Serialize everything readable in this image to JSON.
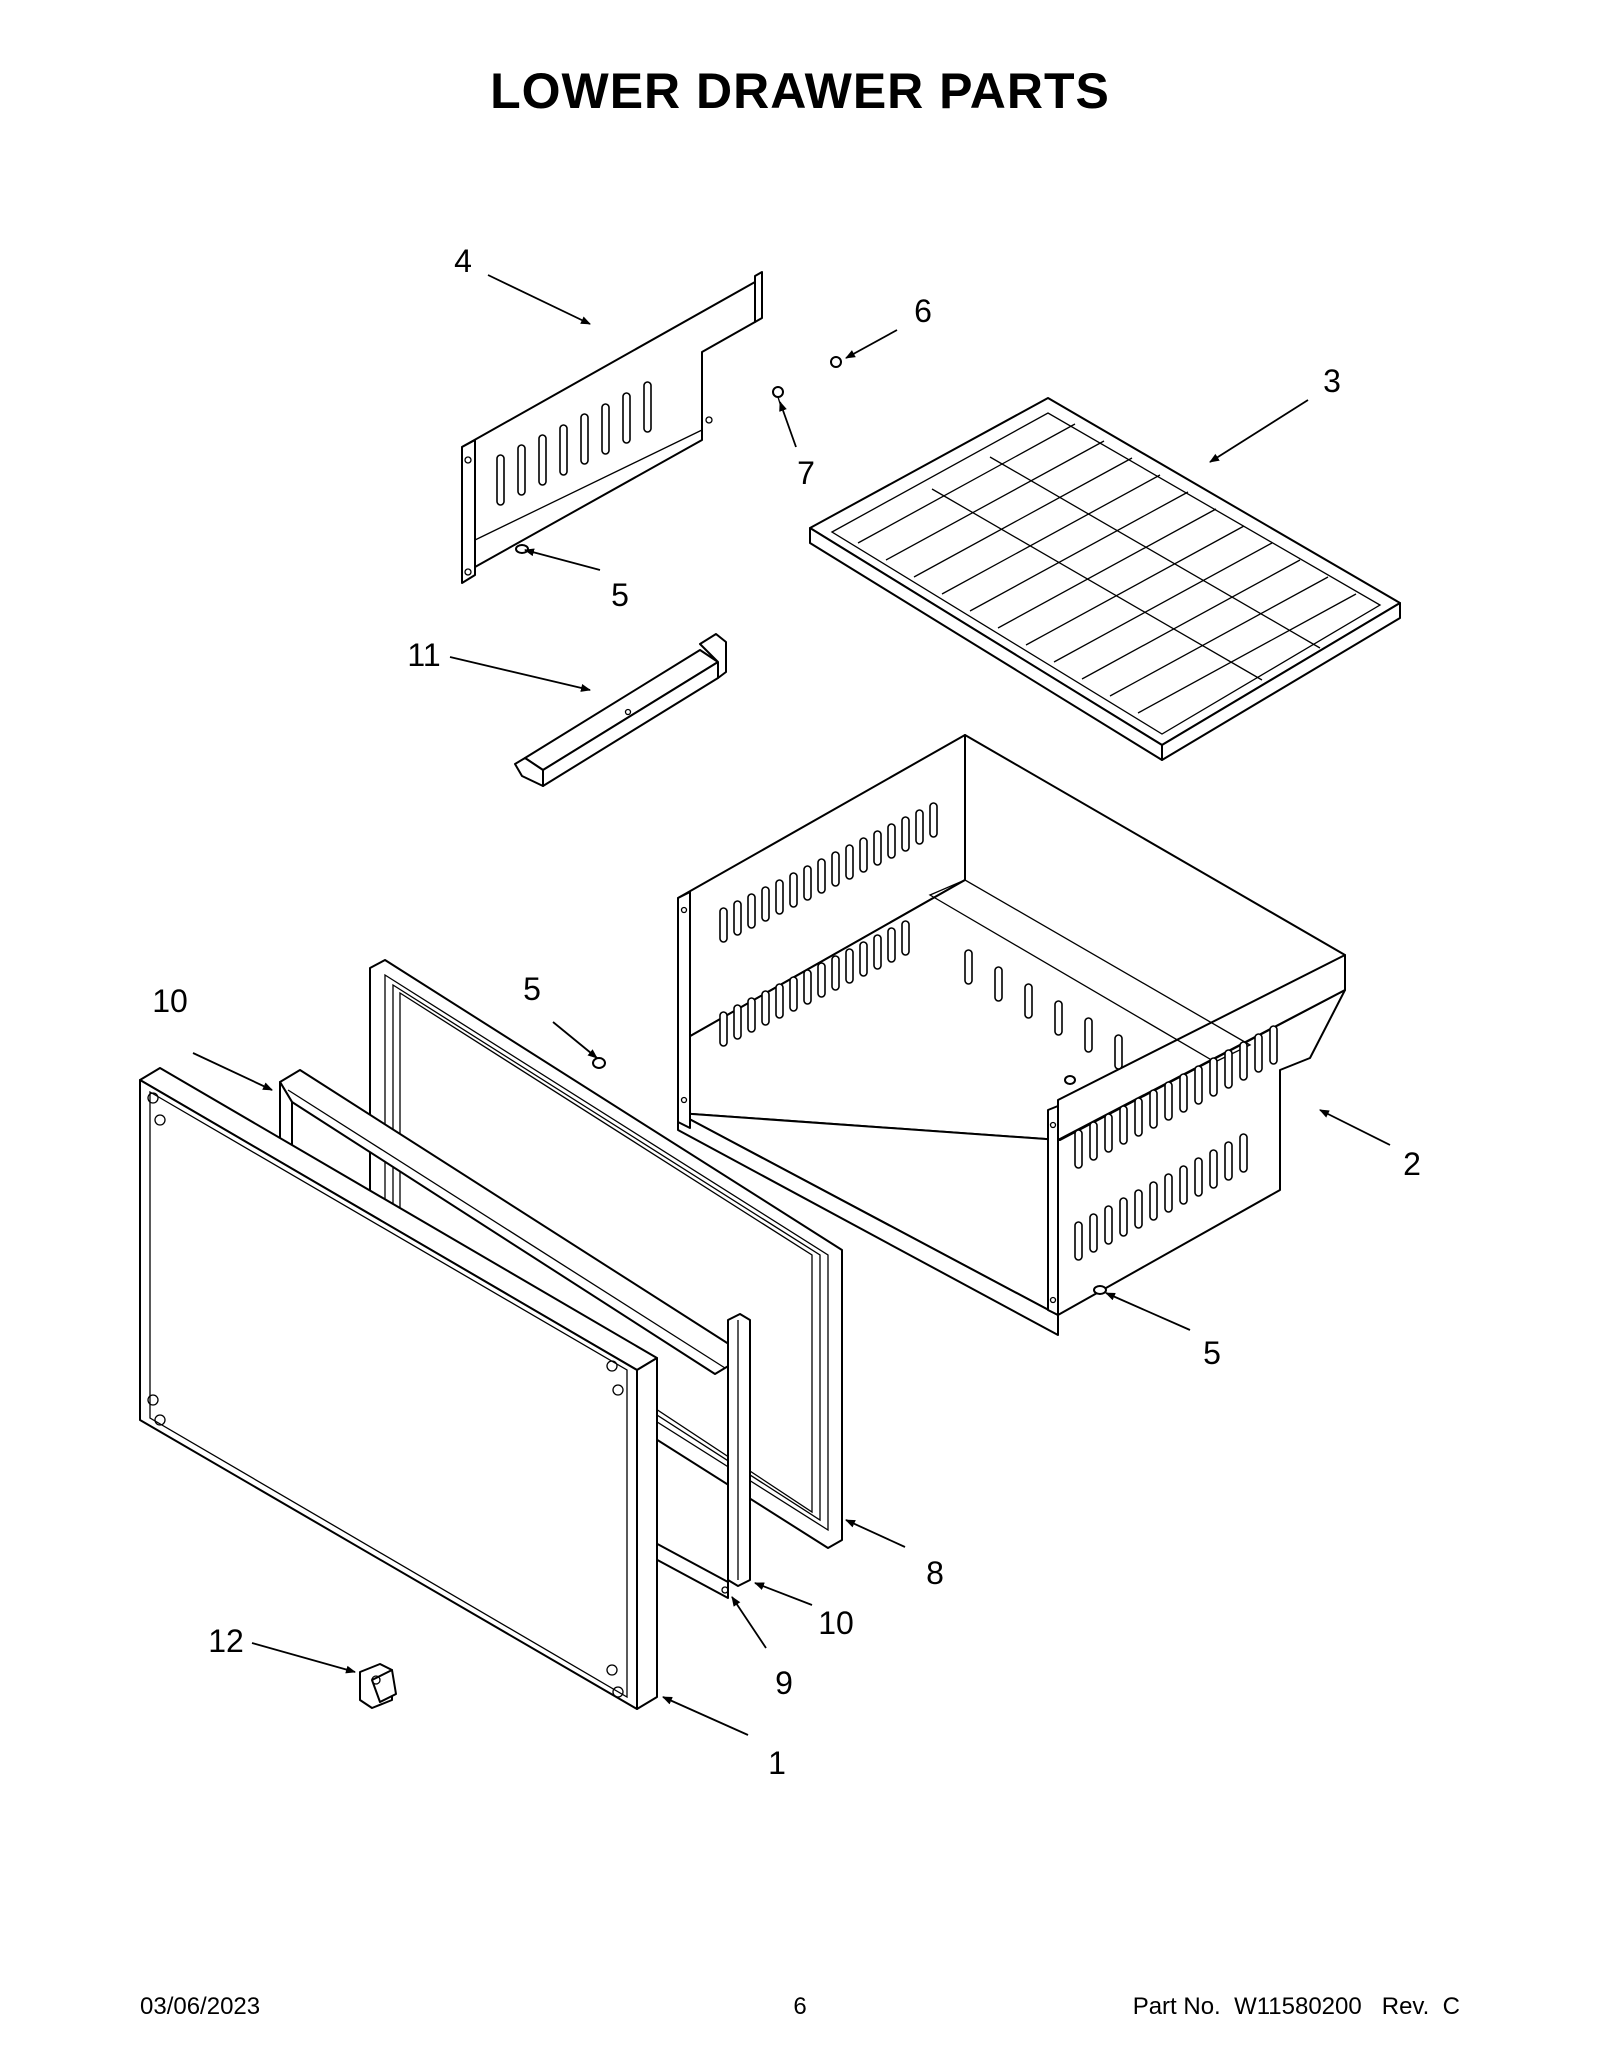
{
  "title": "LOWER DRAWER PARTS",
  "callouts": {
    "c1": "1",
    "c2": "2",
    "c3": "3",
    "c4": "4",
    "c5a": "5",
    "c5b": "5",
    "c5c": "5",
    "c6": "6",
    "c7": "7",
    "c8": "8",
    "c9": "9",
    "c10a": "10",
    "c10b": "10",
    "c11": "11",
    "c12": "12"
  },
  "footer": {
    "date": "03/06/2023",
    "page": "6",
    "part_label": "Part No.",
    "part_number": "W11580200",
    "rev_label": "Rev.",
    "rev": "C"
  }
}
